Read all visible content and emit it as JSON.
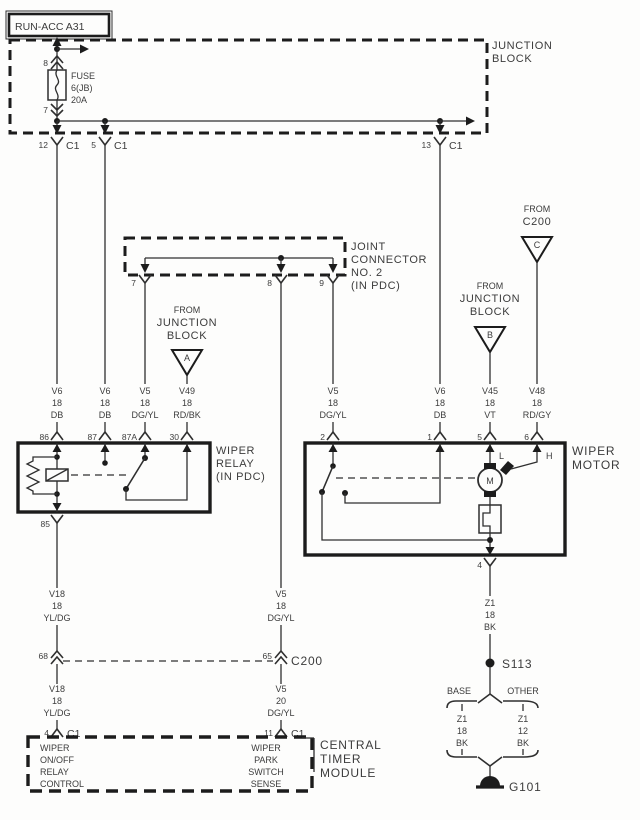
{
  "source": {
    "label": "RUN-ACC A31"
  },
  "junction_block": {
    "name_l1": "JUNCTION",
    "name_l2": "BLOCK",
    "pin_8": "8",
    "pin_7": "7",
    "fuse_l1": "FUSE",
    "fuse_l2": "6(JB)",
    "fuse_l3": "20A",
    "pin_12": "12",
    "conn_12": "C1",
    "pin_5": "5",
    "conn_5": "C1",
    "pin_13": "13",
    "conn_13": "C1"
  },
  "joint_connector": {
    "name_l1": "JOINT",
    "name_l2": "CONNECTOR",
    "name_l3": "NO. 2",
    "name_l4": "(IN PDC)",
    "pin_7": "7",
    "pin_8": "8",
    "pin_9": "9"
  },
  "ref_a": {
    "l1": "FROM",
    "l2": "JUNCTION",
    "l3": "BLOCK",
    "letter": "A"
  },
  "ref_b": {
    "l1": "FROM",
    "l2": "JUNCTION",
    "l3": "BLOCK",
    "letter": "B"
  },
  "ref_c": {
    "l1": "FROM",
    "l2": "C200",
    "letter": "C"
  },
  "wires": {
    "w86": {
      "code": "V6",
      "gauge": "18",
      "color": "DB"
    },
    "w87": {
      "code": "V6",
      "gauge": "18",
      "color": "DB"
    },
    "w87a": {
      "code": "V5",
      "gauge": "18",
      "color": "DG/YL"
    },
    "w30": {
      "code": "V49",
      "gauge": "18",
      "color": "RD/BK"
    },
    "w2": {
      "code": "V5",
      "gauge": "18",
      "color": "DG/YL"
    },
    "w1": {
      "code": "V6",
      "gauge": "18",
      "color": "DB"
    },
    "w5": {
      "code": "V45",
      "gauge": "18",
      "color": "VT"
    },
    "w6": {
      "code": "V48",
      "gauge": "18",
      "color": "RD/GY"
    },
    "w85a": {
      "code": "V18",
      "gauge": "18",
      "color": "YL/DG"
    },
    "w85b": {
      "code": "V18",
      "gauge": "18",
      "color": "YL/DG"
    },
    "w65a": {
      "code": "V5",
      "gauge": "18",
      "color": "DG/YL"
    },
    "w65b": {
      "code": "V5",
      "gauge": "20",
      "color": "DG/YL"
    },
    "w4": {
      "code": "Z1",
      "gauge": "18",
      "color": "BK"
    },
    "wbase": {
      "code": "Z1",
      "gauge": "18",
      "color": "BK"
    },
    "wother": {
      "code": "Z1",
      "gauge": "12",
      "color": "BK"
    }
  },
  "wiper_relay": {
    "name_l1": "WIPER",
    "name_l2": "RELAY",
    "name_l3": "(IN PDC)",
    "pin_86": "86",
    "pin_87": "87",
    "pin_87a": "87A",
    "pin_30": "30",
    "pin_85": "85"
  },
  "wiper_motor": {
    "name_l1": "WIPER",
    "name_l2": "MOTOR",
    "pin_2": "2",
    "pin_1": "1",
    "pin_5": "5",
    "pin_6": "6",
    "pin_4": "4",
    "brush_low": "L",
    "brush_high": "H",
    "motor_letter": "M"
  },
  "c200": {
    "pin_68": "68",
    "pin_65": "65",
    "label": "C200"
  },
  "ctm": {
    "name_l1": "CENTRAL",
    "name_l2": "TIMER",
    "name_l3": "MODULE",
    "pin_4": "4",
    "conn_4": "C1",
    "pin_11": "11",
    "conn_11": "C1",
    "fn_left_l1": "WIPER",
    "fn_left_l2": "ON/OFF",
    "fn_left_l3": "RELAY",
    "fn_left_l4": "CONTROL",
    "fn_right_l1": "WIPER",
    "fn_right_l2": "PARK",
    "fn_right_l3": "SWITCH",
    "fn_right_l4": "SENSE"
  },
  "ground_path": {
    "splice": "S113",
    "variant_base": "BASE",
    "variant_other": "OTHER",
    "ground": "G101"
  }
}
